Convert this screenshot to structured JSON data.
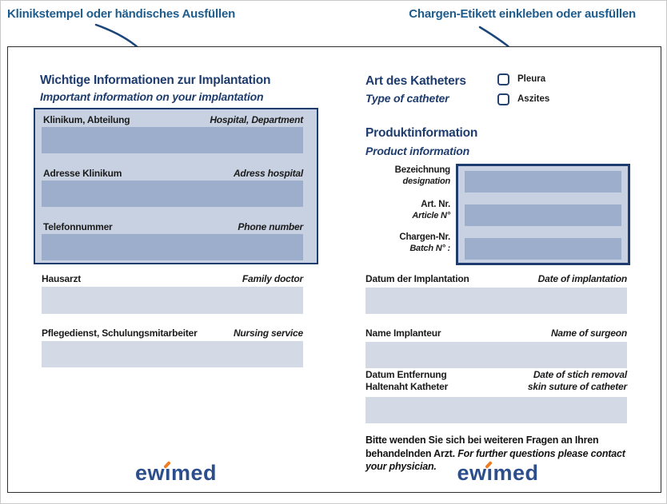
{
  "annotations": {
    "left": "Klinikstempel oder händisches Ausfüllen",
    "right": "Chargen-Etikett einkleben oder ausfüllen"
  },
  "left_column": {
    "title_de": "Wichtige Informationen zur Implantation",
    "title_en": "Important information on your implantation",
    "stamp_box_fields": [
      {
        "label_de": "Klinikum, Abteilung",
        "label_en": "Hospital, Department",
        "value": ""
      },
      {
        "label_de": "Adresse Klinikum",
        "label_en": "Adress hospital",
        "value": ""
      },
      {
        "label_de": "Telefonnummer",
        "label_en": "Phone number",
        "value": ""
      }
    ],
    "fields": [
      {
        "label_de": "Hausarzt",
        "label_en": "Family doctor",
        "value": ""
      },
      {
        "label_de": "Pflegedienst, Schulungsmitarbeiter",
        "label_en": "Nursing service",
        "value": ""
      }
    ]
  },
  "right_column": {
    "catheter": {
      "title_de": "Art des Katheters",
      "title_en": "Type of catheter",
      "options": [
        {
          "label": "Pleura",
          "checked": false
        },
        {
          "label": "Aszites",
          "checked": false
        }
      ]
    },
    "product": {
      "title_de": "Produktinformation",
      "title_en": "Product information",
      "fields": [
        {
          "label_de": "Bezeichnung",
          "label_en": "designation",
          "value": ""
        },
        {
          "label_de": "Art. Nr.",
          "label_en": "Article N°",
          "value": ""
        },
        {
          "label_de": "Chargen-Nr.",
          "label_en": "Batch N° :",
          "value": ""
        }
      ]
    },
    "fields": [
      {
        "label_de": "Datum der Implantation",
        "label_en": "Date of implantation",
        "value": ""
      },
      {
        "label_de": "Name Implanteur",
        "label_en": "Name of surgeon",
        "value": ""
      },
      {
        "label_de": "Datum Entfernung\nHaltenaht Katheter",
        "label_en": "Date of stich removal\nskin suture of catheter",
        "value": ""
      }
    ],
    "note_de": "Bitte wenden Sie sich bei weiteren Fragen an Ihren behandelnden Arzt.",
    "note_en": "For further questions please contact your physician."
  },
  "logo": {
    "name": "ewimed",
    "pre": "ew",
    "i": "ı",
    "post": "med"
  },
  "colors": {
    "heading_navy": "#1e3c6e",
    "annotation_blue": "#1d5c8c",
    "box_fill": "#c7d1e1",
    "bar_dark": "#9caecb",
    "bar_light": "#d3dae6",
    "arrow": "#1c4678",
    "logo_blue": "#2d4e8c",
    "logo_orange": "#f07c22"
  }
}
